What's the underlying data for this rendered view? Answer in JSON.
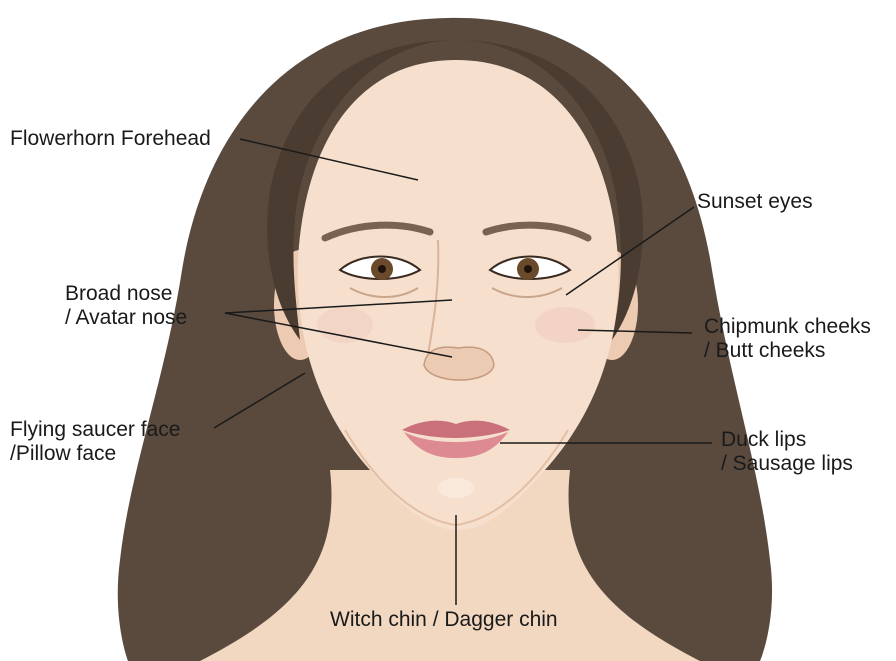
{
  "colors": {
    "hair": "#5a4a3e",
    "hair_dark": "#4a3c31",
    "skin": "#f4ddc9",
    "skin_shadow": "#e8c7ad",
    "lips": "#d97f86",
    "eye": "#6b4a2b",
    "brow": "#7a6250",
    "line": "#1a1a1a",
    "background": "#ffffff"
  },
  "labels": {
    "forehead": "Flowerhorn Forehead",
    "eyes": "Sunset eyes",
    "nose_line1": "Broad nose",
    "nose_line2": "/ Avatar nose",
    "cheeks_line1": "Chipmunk cheeks",
    "cheeks_line2": "/ Butt cheeks",
    "face_line1": "Flying saucer face",
    "face_line2": "/Pillow face",
    "lips_line1": "Duck lips",
    "lips_line2": "/ Sausage lips",
    "chin": "Witch chin / Dagger chin"
  }
}
